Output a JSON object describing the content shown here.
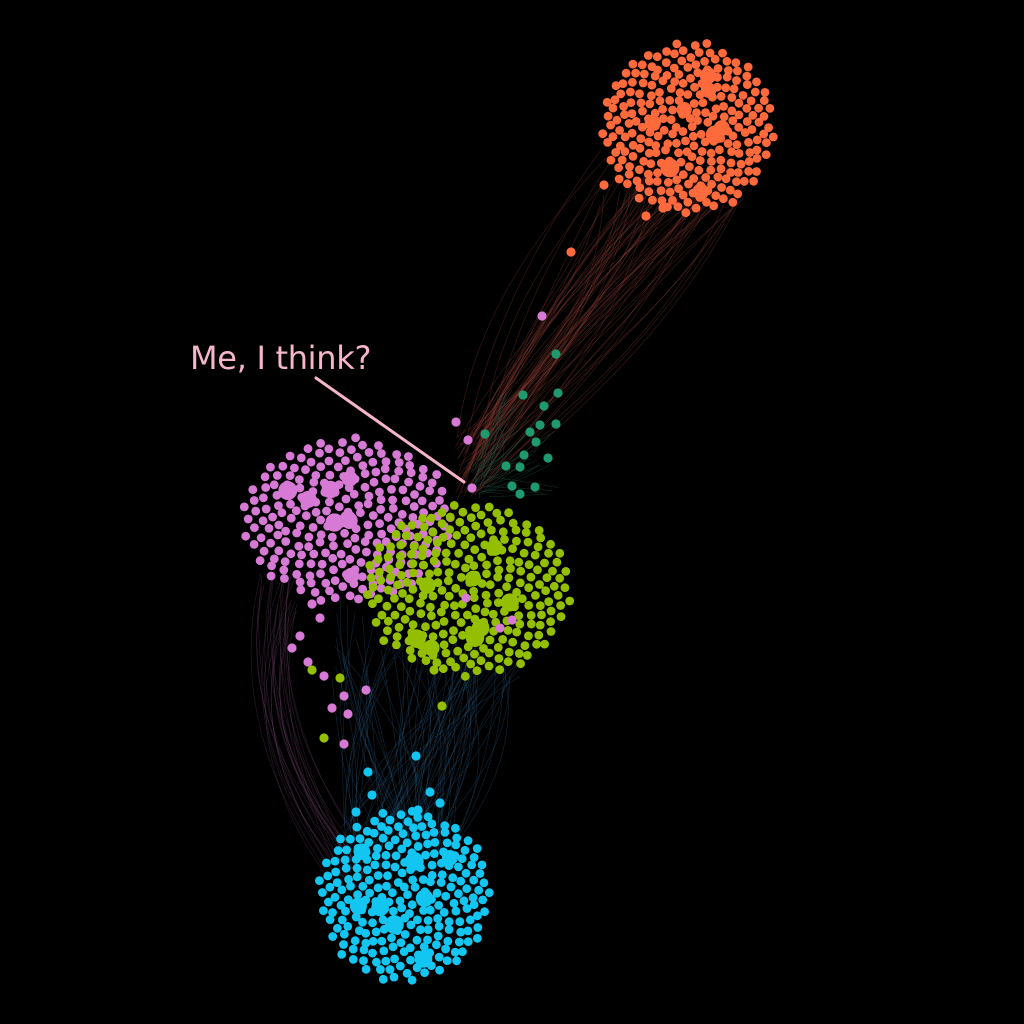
{
  "annotation": {
    "text": "Me, I think?",
    "color": "#f4b6c8"
  },
  "background": "#000000",
  "clusters": [
    {
      "name": "orange",
      "color": "#ff6a3d",
      "edge_color": "#8a3b34"
    },
    {
      "name": "violet",
      "color": "#d77ad6",
      "edge_color": "#7a4a78"
    },
    {
      "name": "lime",
      "color": "#93bf00",
      "edge_color": "#5a6a20"
    },
    {
      "name": "teal",
      "color": "#1f9a6e",
      "edge_color": "#1e5a48"
    },
    {
      "name": "cyan",
      "color": "#13c6f2",
      "edge_color": "#2a5f8a"
    }
  ]
}
